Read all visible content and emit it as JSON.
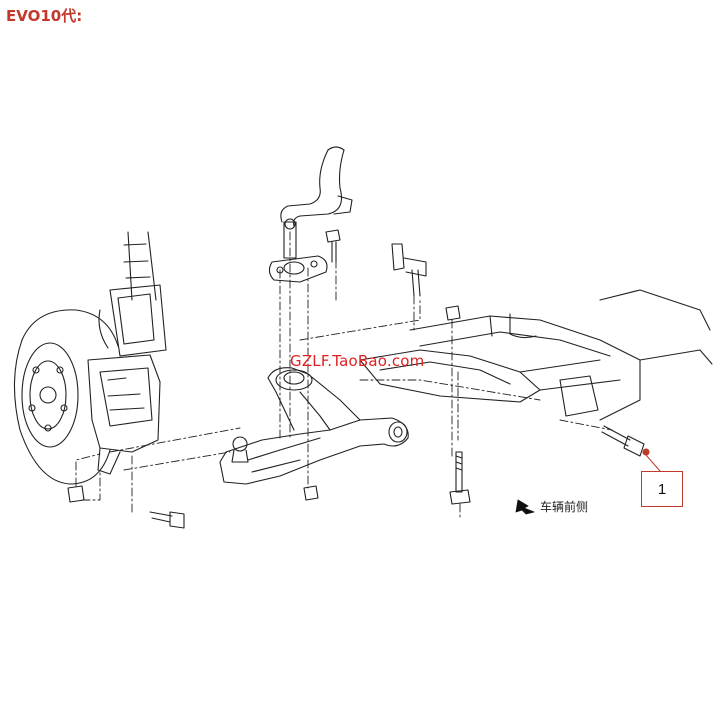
{
  "header": {
    "title": "EVO10代:"
  },
  "watermark": {
    "text": "GZLF.TaoBao.com"
  },
  "direction_label": {
    "text": "车辆前侧",
    "icon": "arrow-right-icon"
  },
  "callout": {
    "number": "1",
    "color": "#c0392b"
  },
  "colors": {
    "title": "#c0392b",
    "watermark": "#dd2222",
    "line": "#222222"
  }
}
